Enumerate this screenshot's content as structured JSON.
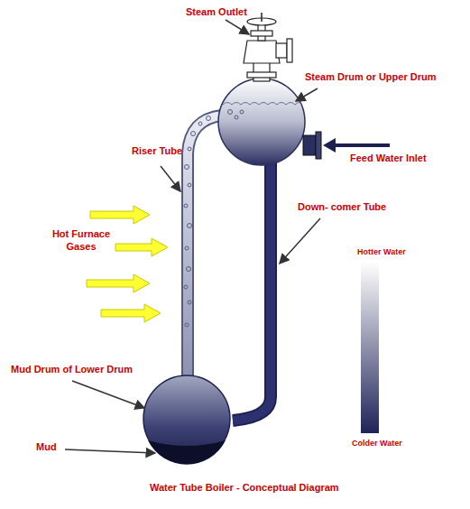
{
  "diagram": {
    "caption": "Water Tube Boiler - Conceptual Diagram",
    "labels": [
      "Steam Outlet",
      "Steam Drum or Upper Drum",
      "Riser Tube",
      "Feed Water Inlet",
      "Down- comer Tube",
      "Hot Furnace Gases",
      "Hotter Water",
      "Mud Drum of Lower Drum",
      "Colder Water",
      "Mud"
    ]
  }
}
